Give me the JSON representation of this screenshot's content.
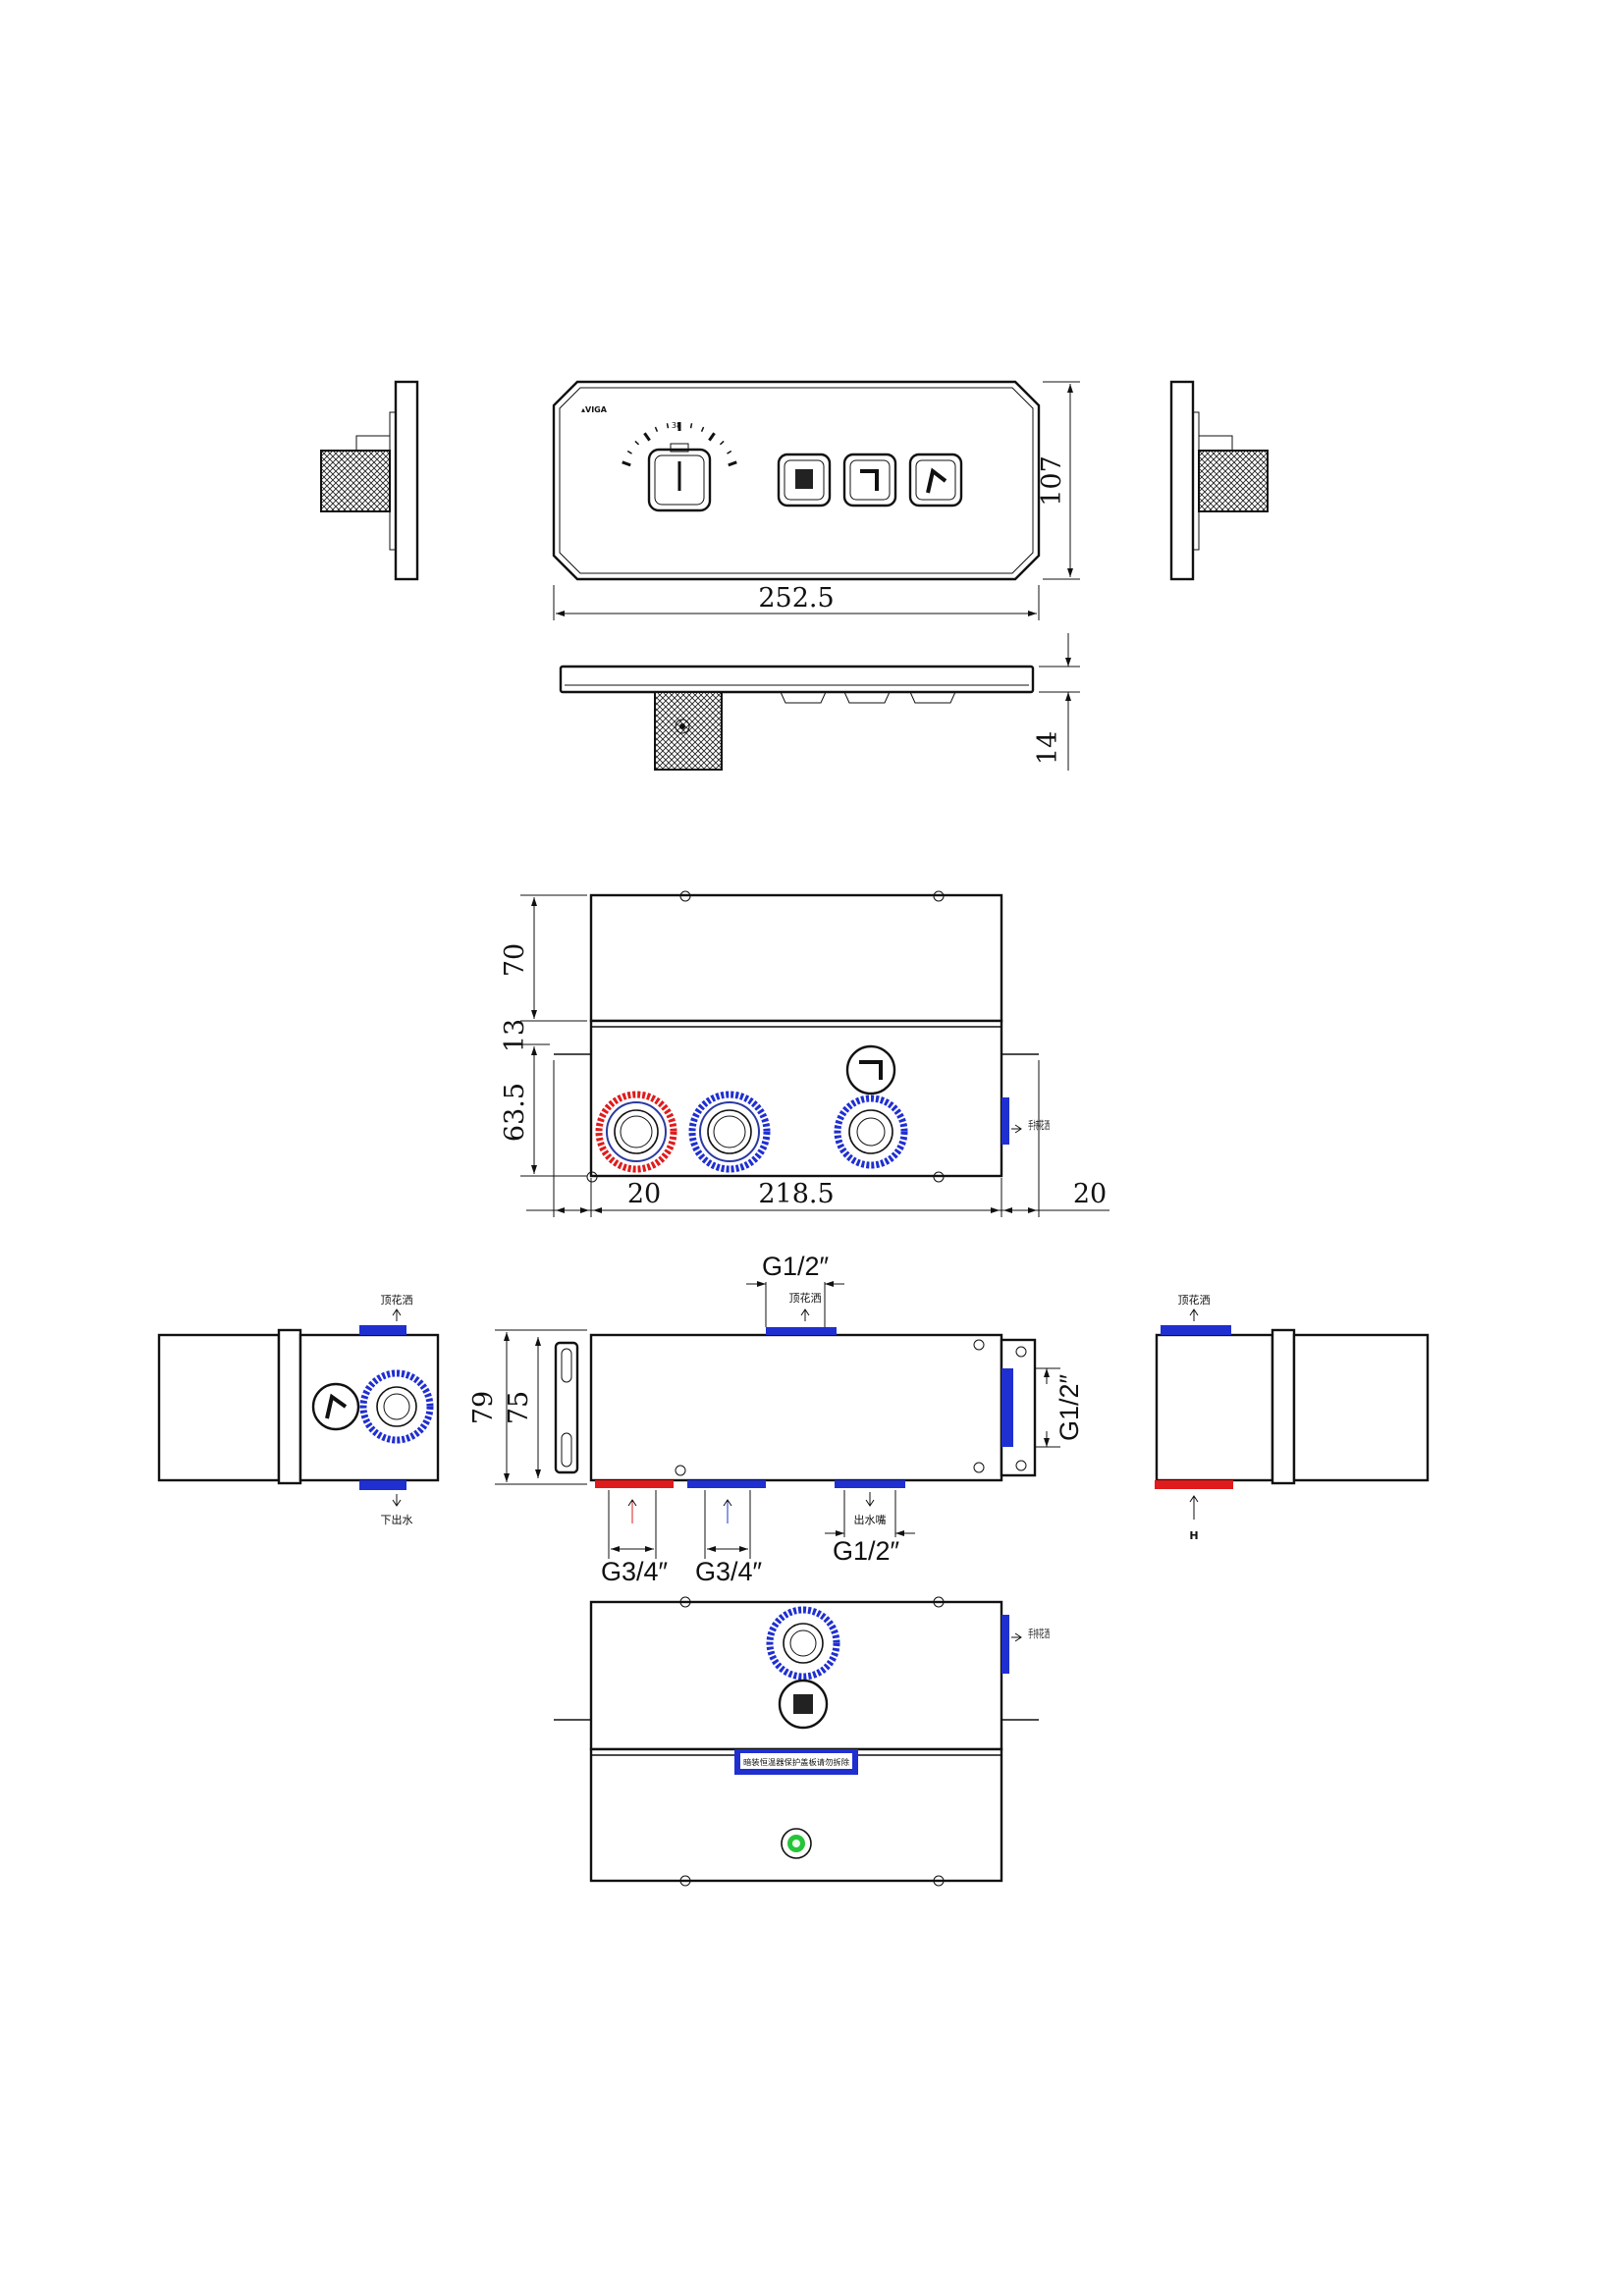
{
  "dimensions": {
    "panel_width": "252.5",
    "panel_height": "107",
    "panel_depth": "14",
    "box_height_top": "70",
    "box_height_flange": "13",
    "box_height_bottom": "63.5",
    "flange_left": "20",
    "box_width": "218.5",
    "flange_right": "20",
    "depth_outer": "79",
    "depth_inner": "75"
  },
  "threads": {
    "top_outlet": "G1/2″",
    "side_outlet": "G1/2″",
    "bottom_outlet": "G1/2″",
    "hot_inlet": "G3/4″",
    "cold_inlet": "G3/4″"
  },
  "labels": {
    "hand_shower": "手持花洒",
    "top_shower_1": "顶花洒",
    "top_shower_2": "顶花洒",
    "top_shower_3": "顶花洒",
    "lower_outlet": "下出水",
    "spout": "出水嘴",
    "hot_mark": "H",
    "hand_shower_2": "手持花洒",
    "plate_text": "暗装恒温器保护盖板请勿拆除",
    "dial_value": "38"
  },
  "colors": {
    "hot": "#e01b1b",
    "cold": "#1f2fd0",
    "indicator": "#27c43a"
  }
}
